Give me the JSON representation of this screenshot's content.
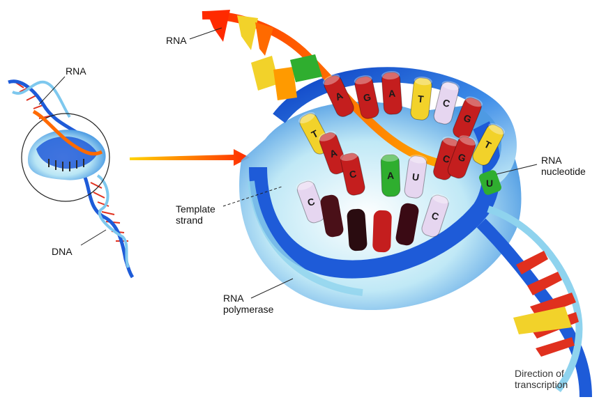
{
  "labels": {
    "rna_small": "RNA",
    "dna": "DNA",
    "rna_top": "RNA",
    "template_line1": "Template",
    "template_line2": "strand",
    "polymerase_line1": "RNA",
    "polymerase_line2": "polymerase",
    "nucleotide_line1": "RNA",
    "nucleotide_line2": "nucleotide",
    "direction_line1": "Direction of",
    "direction_line2": "transcription"
  },
  "rna_bases": [
    "A",
    "G",
    "A",
    "T",
    "C",
    "G",
    "T"
  ],
  "template_bases": [
    "T",
    "A",
    "C",
    "A",
    "U",
    "C",
    "G"
  ],
  "lower_bases": [
    "C",
    "C"
  ],
  "free_nucleotide": "U",
  "colors": {
    "helix_blue": "#1e5bd8",
    "helix_light": "#8fd3ee",
    "rna_orange": "#ff6a00",
    "rung_red": "#e0301e",
    "arrow_red": "#ff2a00",
    "base_red": "#c41e1e",
    "base_yellow": "#f2d22a",
    "base_green": "#2fae2f",
    "base_lilac": "#e6d6f0",
    "base_dark": "#4a1018"
  }
}
